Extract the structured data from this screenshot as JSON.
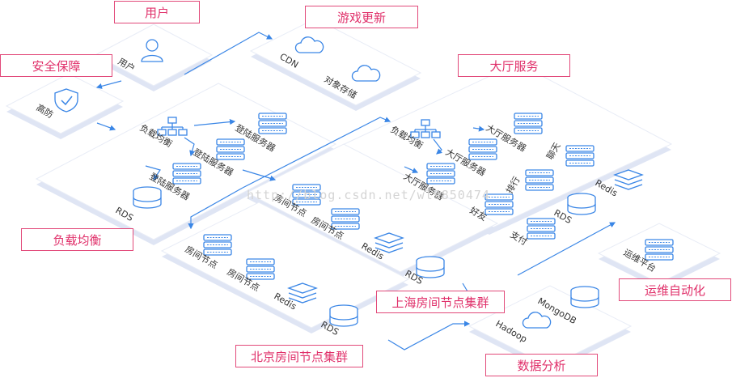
{
  "colors": {
    "accent": "#3a86e6",
    "title_border": "#e24a7a",
    "title_text": "#e0306a",
    "platform_top": "#ffffff",
    "platform_side": "#dfe5f4",
    "arrow": "#3a86e6"
  },
  "titles": {
    "user": "用户",
    "game_update": "游戏更新",
    "security": "安全保障",
    "lobby": "大厅服务",
    "load_balance": "负载均衡",
    "shanghai_cluster": "上海房间节点集群",
    "ops_automation": "运维自动化",
    "beijing_cluster": "北京房间节点集群",
    "data_analysis": "数据分析"
  },
  "labels": {
    "user": "用户",
    "cdn": "CDN",
    "object_storage": "对象存储",
    "anti_ddos": "高防",
    "lb_left": "负载均衡",
    "login_1": "登陆服务器",
    "login_2": "登陆服务器",
    "login_3": "登陆服务器",
    "rds_left": "RDS",
    "lb_lobby": "负载均衡",
    "lobby_1": "大厅服务器",
    "lobby_2": "大厅服务器",
    "lobby_3": "大厅服务器",
    "chat": "聊天",
    "rank": "排行",
    "friend": "好友",
    "pay": "支付",
    "redis_lobby": "Redis",
    "rds_lobby": "RDS",
    "room_sh_1": "房间节点",
    "room_sh_2": "房间节点",
    "redis_sh": "Redis",
    "rds_sh": "RDS",
    "room_bj_1": "房间节点",
    "room_bj_2": "房间节点",
    "redis_bj": "Redis",
    "rds_bj": "RDS",
    "ops_platform": "运维平台",
    "mongodb": "MongoDB",
    "hadoop": "Hadoop"
  },
  "watermark": "http://blog.csdn.net/wl9850474"
}
